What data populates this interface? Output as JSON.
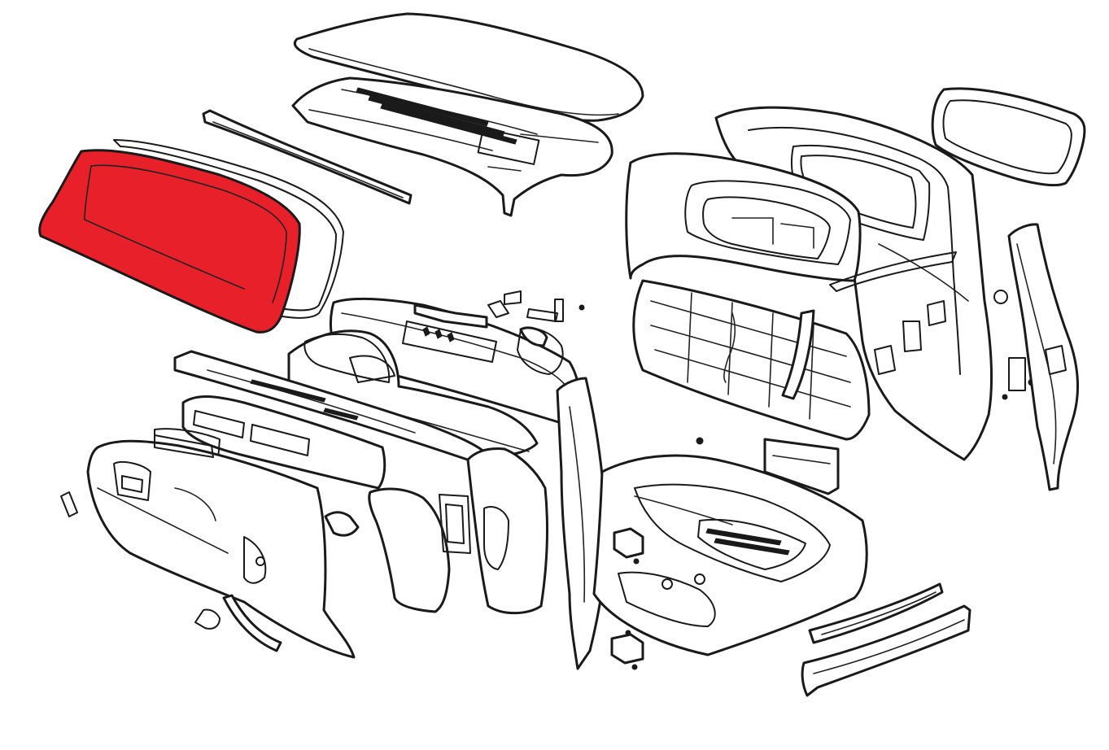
{
  "diagram": {
    "highlight_color": "#e8202a",
    "line_color": "#1a1a1a",
    "background_color": "#ffffff",
    "highlighted_part": "windshield-glass",
    "parts": [
      "roof-panel",
      "roof-inner-panel",
      "windshield-upper-trim",
      "windshield-glass",
      "windshield-weatherstrip",
      "back-window-seal",
      "back-window-frame",
      "back-panel-inner",
      "back-panel",
      "seat-back-support",
      "cowl-top-panel",
      "dash-panel",
      "cowl-vent-panel",
      "firewall",
      "kick-panel",
      "a-pillar",
      "b-pillar",
      "floor-pan",
      "rocker-panel",
      "rocker-sill-plate",
      "hinges",
      "small-brackets"
    ]
  }
}
